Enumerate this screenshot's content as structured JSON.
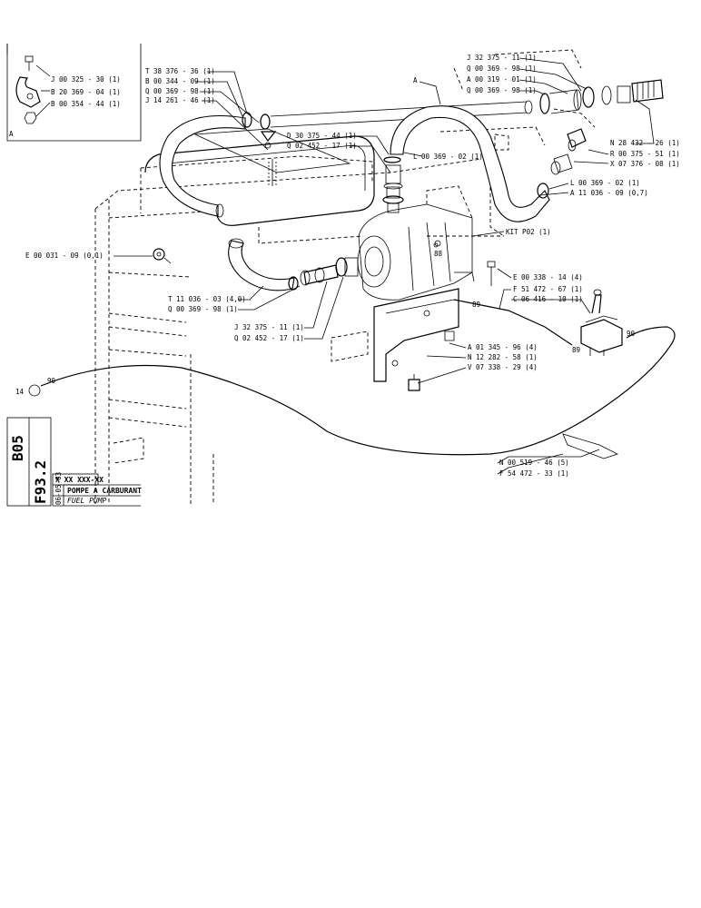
{
  "document": {
    "section_code": "B05",
    "page_code": "F93.2",
    "serial": "X  XX  XXX-XX",
    "date": "06-05-83",
    "title_fr": "POMPE A CARBURANT",
    "title_en": "FUEL PUMP"
  },
  "inset": {
    "label": "A",
    "parts": [
      "J 00 325 - 30 (1)",
      "B 20 369 - 04 (1)",
      "B 00 354 - 44 (1)"
    ]
  },
  "callout_A": "A",
  "parts_left": [
    "T 38 376 - 36 (1)",
    "B 00 344 - 09 (1)",
    "Q 00 369 - 98 (1)",
    "J 14 261 - 46 (1)"
  ],
  "parts_center_top": [
    "D 30 375 - 44 (1)",
    "Q 02 452 - 17 (1)"
  ],
  "part_L_mid": "L 00 369 - 02 (1)",
  "parts_right_top": [
    "J 32 375 - 11 (1)",
    "Q 00 369 - 98 (1)",
    "A 00 319 - 01 (1)",
    "Q 00 369 - 98 (1)"
  ],
  "parts_right_mid": [
    "N 28 432 - 26 (1)",
    "R 00 375 - 51 (1)",
    "X 07 376 - 08 (1)"
  ],
  "parts_right_lower": [
    "L 00 369 - 02 (1)",
    "A 11 036 - 09 (0,7)"
  ],
  "kit_label": "KIT P02 (1)",
  "part_E_left": "E 00 031 - 09 (0,1)",
  "parts_left_lower": [
    "T 11 036 - 03 (4,0)",
    "Q 00 369 - 98 (1)"
  ],
  "parts_center_lower": [
    "J 32 375 - 11 (1)",
    "Q 02 452 - 17 (1)"
  ],
  "parts_right_switch": [
    "E 00 338 - 14 (4)",
    "F 51 472 - 67 (1)",
    "C 06 416 - 10 (1)"
  ],
  "parts_bracket": [
    "A 01 345 - 96 (4)",
    "N 12 282 - 58 (1)",
    "V 07 338 - 29 (4)"
  ],
  "parts_cable": [
    "N 00 519 - 46 (5)",
    "F 54 472 - 33 (1)"
  ],
  "wire_tags": {
    "t14": "14",
    "t90a": "90",
    "t90b": "90",
    "t89a": "89",
    "t89b": "89",
    "t88": "88"
  }
}
